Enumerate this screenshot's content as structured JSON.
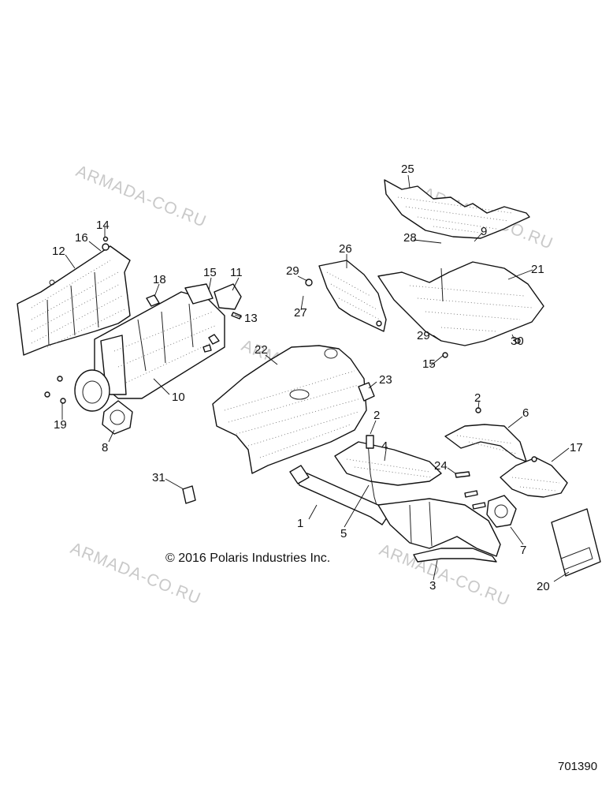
{
  "copyright": "© 2016 Polaris Industries Inc.",
  "document_number": "701390",
  "watermark": "ARMADA-CO.RU",
  "callouts": [
    "25",
    "14",
    "16",
    "12",
    "9",
    "28",
    "18",
    "15",
    "11",
    "26",
    "29",
    "21",
    "13",
    "27",
    "10",
    "22",
    "29",
    "23",
    "30",
    "15",
    "2",
    "2",
    "6",
    "19",
    "8",
    "4",
    "24",
    "17",
    "31",
    "1",
    "5",
    "7",
    "3",
    "20"
  ]
}
